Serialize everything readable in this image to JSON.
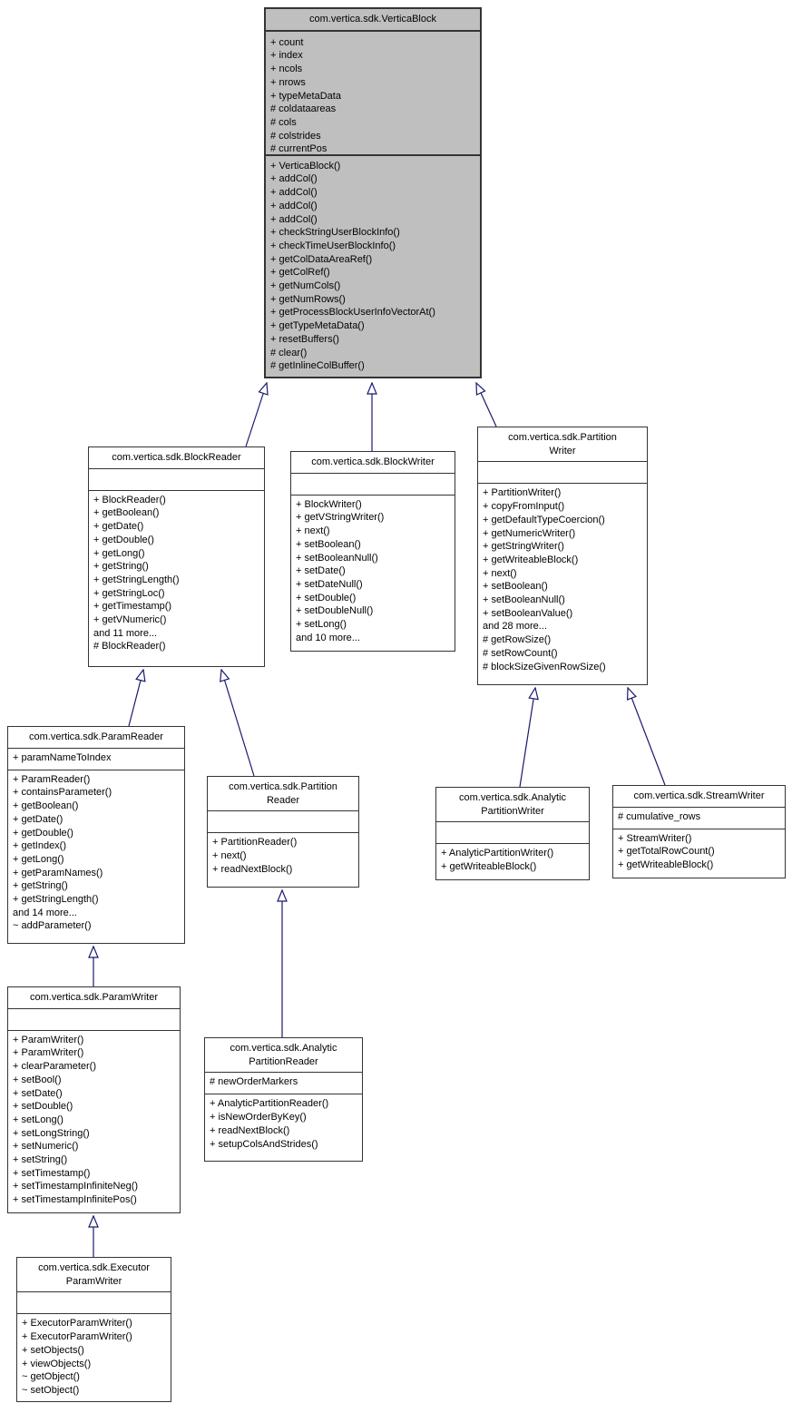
{
  "diagram": {
    "type": "uml-class-inheritance-diagram",
    "colors": {
      "edge": "#191970",
      "root_node_fill": "#bfbfbf",
      "node_fill": "#ffffff",
      "node_border": "#343434"
    },
    "classes": {
      "verticablock": {
        "title": "com.vertica.sdk.VerticaBlock",
        "attributes": [
          "+ count",
          "+ index",
          "+ ncols",
          "+ nrows",
          "+ typeMetaData",
          "# coldataareas",
          "# cols",
          "# colstrides",
          "# currentPos"
        ],
        "methods": [
          "+ VerticaBlock()",
          "+ addCol()",
          "+ addCol()",
          "+ addCol()",
          "+ addCol()",
          "+ checkStringUserBlockInfo()",
          "+ checkTimeUserBlockInfo()",
          "+ getColDataAreaRef()",
          "+ getColRef()",
          "+ getNumCols()",
          "+ getNumRows()",
          "+ getProcessBlockUserInfoVectorAt()",
          "+ getTypeMetaData()",
          "+ resetBuffers()",
          "# clear()",
          "# getInlineColBuffer()"
        ]
      },
      "blockreader": {
        "title": "com.vertica.sdk.BlockReader",
        "attributes": [],
        "methods": [
          "+ BlockReader()",
          "+ getBoolean()",
          "+ getDate()",
          "+ getDouble()",
          "+ getLong()",
          "+ getString()",
          "+ getStringLength()",
          "+ getStringLoc()",
          "+ getTimestamp()",
          "+ getVNumeric()",
          "and 11 more...",
          "# BlockReader()"
        ]
      },
      "blockwriter": {
        "title": "com.vertica.sdk.BlockWriter",
        "attributes": [],
        "methods": [
          "+ BlockWriter()",
          "+ getVStringWriter()",
          "+ next()",
          "+ setBoolean()",
          "+ setBooleanNull()",
          "+ setDate()",
          "+ setDateNull()",
          "+ setDouble()",
          "+ setDoubleNull()",
          "+ setLong()",
          "and 10 more..."
        ]
      },
      "partitionwriter": {
        "title": "com.vertica.sdk.Partition\nWriter",
        "attributes": [],
        "methods": [
          "+ PartitionWriter()",
          "+ copyFromInput()",
          "+ getDefaultTypeCoercion()",
          "+ getNumericWriter()",
          "+ getStringWriter()",
          "+ getWriteableBlock()",
          "+ next()",
          "+ setBoolean()",
          "+ setBooleanNull()",
          "+ setBooleanValue()",
          "and 28 more...",
          "# getRowSize()",
          "# setRowCount()",
          "# blockSizeGivenRowSize()"
        ]
      },
      "paramreader": {
        "title": "com.vertica.sdk.ParamReader",
        "attributes": [
          "+ paramNameToIndex"
        ],
        "methods": [
          "+ ParamReader()",
          "+ containsParameter()",
          "+ getBoolean()",
          "+ getDate()",
          "+ getDouble()",
          "+ getIndex()",
          "+ getLong()",
          "+ getParamNames()",
          "+ getString()",
          "+ getStringLength()",
          "and 14 more...",
          "~ addParameter()"
        ]
      },
      "partitionreader": {
        "title": "com.vertica.sdk.Partition\nReader",
        "attributes": [],
        "methods": [
          "+ PartitionReader()",
          "+ next()",
          "+ readNextBlock()"
        ]
      },
      "analyticpartitionwriter": {
        "title": "com.vertica.sdk.Analytic\nPartitionWriter",
        "attributes": [],
        "methods": [
          "+ AnalyticPartitionWriter()",
          "+ getWriteableBlock()"
        ]
      },
      "streamwriter": {
        "title": "com.vertica.sdk.StreamWriter",
        "attributes": [
          "# cumulative_rows"
        ],
        "methods": [
          "+ StreamWriter()",
          "+ getTotalRowCount()",
          "+ getWriteableBlock()"
        ]
      },
      "paramwriter": {
        "title": "com.vertica.sdk.ParamWriter",
        "attributes": [],
        "methods": [
          "+ ParamWriter()",
          "+ ParamWriter()",
          "+ clearParameter()",
          "+ setBool()",
          "+ setDate()",
          "+ setDouble()",
          "+ setLong()",
          "+ setLongString()",
          "+ setNumeric()",
          "+ setString()",
          "+ setTimestamp()",
          "+ setTimestampInfiniteNeg()",
          "+ setTimestampInfinitePos()"
        ]
      },
      "analyticpartitionreader": {
        "title": "com.vertica.sdk.Analytic\nPartitionReader",
        "attributes": [
          "# newOrderMarkers"
        ],
        "methods": [
          "+ AnalyticPartitionReader()",
          "+ isNewOrderByKey()",
          "+ readNextBlock()",
          "+ setupColsAndStrides()"
        ]
      },
      "executorparamwriter": {
        "title": "com.vertica.sdk.Executor\nParamWriter",
        "attributes": [],
        "methods": [
          "+ ExecutorParamWriter()",
          "+ ExecutorParamWriter()",
          "+ setObjects()",
          "+ viewObjects()",
          "~ getObject()",
          "~ setObject()"
        ]
      }
    },
    "edges": [
      {
        "child": "com.vertica.sdk.BlockReader",
        "parent": "com.vertica.sdk.VerticaBlock"
      },
      {
        "child": "com.vertica.sdk.BlockWriter",
        "parent": "com.vertica.sdk.VerticaBlock"
      },
      {
        "child": "com.vertica.sdk.PartitionWriter",
        "parent": "com.vertica.sdk.VerticaBlock"
      },
      {
        "child": "com.vertica.sdk.ParamReader",
        "parent": "com.vertica.sdk.BlockReader"
      },
      {
        "child": "com.vertica.sdk.PartitionReader",
        "parent": "com.vertica.sdk.BlockReader"
      },
      {
        "child": "com.vertica.sdk.AnalyticPartitionWriter",
        "parent": "com.vertica.sdk.PartitionWriter"
      },
      {
        "child": "com.vertica.sdk.StreamWriter",
        "parent": "com.vertica.sdk.PartitionWriter"
      },
      {
        "child": "com.vertica.sdk.ParamWriter",
        "parent": "com.vertica.sdk.ParamReader"
      },
      {
        "child": "com.vertica.sdk.AnalyticPartitionReader",
        "parent": "com.vertica.sdk.PartitionReader"
      },
      {
        "child": "com.vertica.sdk.ExecutorParamWriter",
        "parent": "com.vertica.sdk.ParamWriter"
      }
    ]
  }
}
